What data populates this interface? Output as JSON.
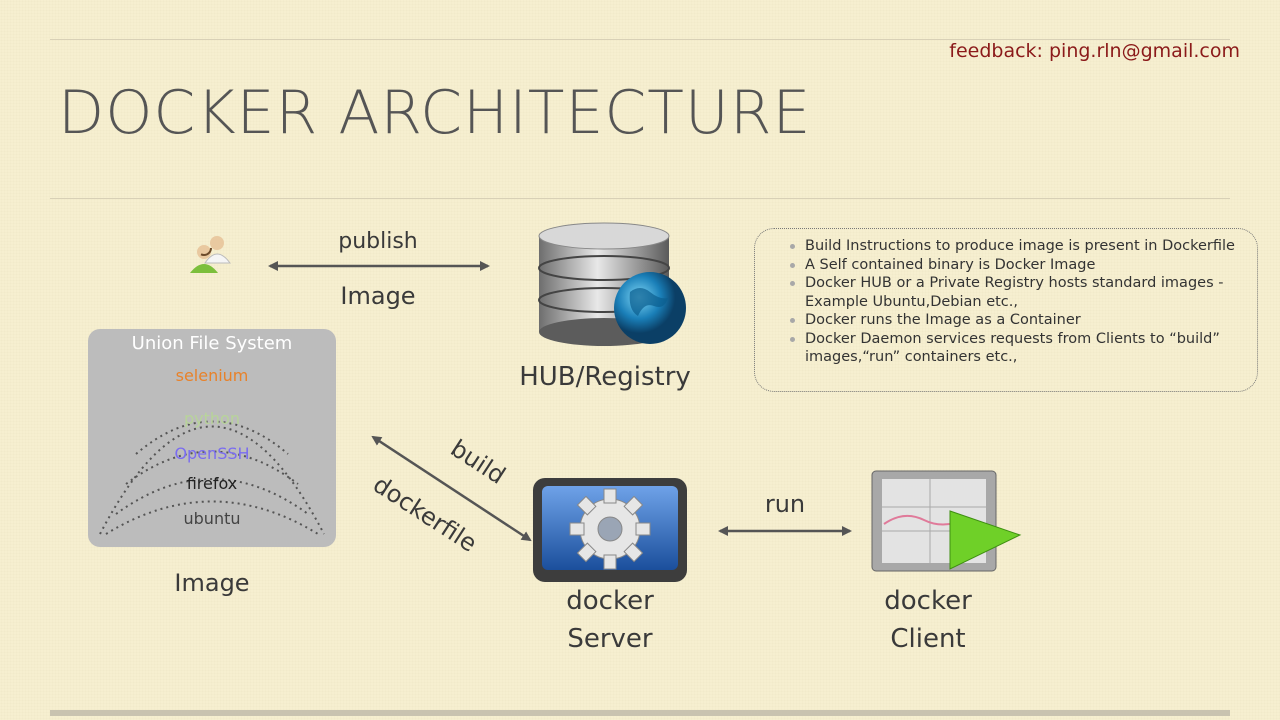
{
  "feedback": "feedback: ping.rln@gmail.com",
  "title": "DOCKER ARCHITECTURE",
  "edges": {
    "publish": "publish",
    "image": "Image",
    "build": "build",
    "dockerfile": "dockerfile",
    "run": "run"
  },
  "nodes": {
    "users_icon": "users-icon",
    "hub_label": "HUB/Registry",
    "image_label": "Image",
    "server_line1": "docker",
    "server_line2": "Server",
    "client_line1": "docker",
    "client_line2": "Client"
  },
  "union_fs": {
    "title": "Union File System",
    "layers": [
      {
        "name": "selenium",
        "color": "#e8822a"
      },
      {
        "name": "python",
        "color": "#b8d49a"
      },
      {
        "name": "OpenSSH",
        "color": "#7a6cf0"
      },
      {
        "name": "firefox",
        "color": "#222222"
      },
      {
        "name": "ubuntu",
        "color": "#444444"
      }
    ]
  },
  "notes": [
    "Build Instructions to produce image is present in Dockerfile",
    "A Self contained binary is Docker Image",
    "Docker HUB or a Private Registry hosts standard images - Example Ubuntu,Debian etc.,",
    "Docker runs the Image as a Container",
    "Docker Daemon services requests from Clients to “build” images,“run” containers etc.,"
  ]
}
